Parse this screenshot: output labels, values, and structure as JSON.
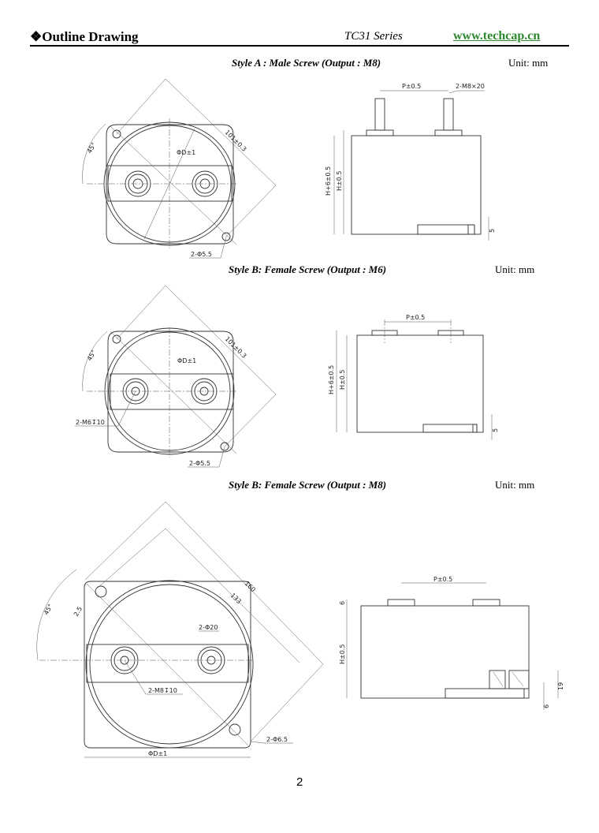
{
  "header": {
    "title": "❖Outline Drawing",
    "series": "TC31 Series",
    "website": "www.techcap.cn",
    "accent_color": "#2f8a2f"
  },
  "sections": [
    {
      "caption": "Style A : Male Screw (Output : M8)",
      "unit": "Unit: mm",
      "labels": {
        "diag": "101±0.3",
        "dia": "ΦD±1",
        "angle": "45°",
        "hole": "2-Φ5.5",
        "pitch": "P±0.5",
        "screw": "2-M8×20",
        "h6": "H+6±0.5",
        "h": "H±0.5",
        "base": "5"
      }
    },
    {
      "caption": "Style B: Female Screw (Output : M6)",
      "unit": "Unit: mm",
      "labels": {
        "diag": "101±0.3",
        "dia": "ΦD±1",
        "angle": "45°",
        "hole": "2-Φ5.5",
        "thread": "2-M6↧10",
        "pitch": "P±0.5",
        "h6": "H+6±0.5",
        "h": "H±0.5",
        "base": "5"
      }
    },
    {
      "caption": "Style B: Female Screw (Output : M8)",
      "unit": "Unit: mm",
      "labels": {
        "diag1": "160",
        "diag2": "133",
        "angle": "45°",
        "offset": "2.5",
        "boss": "2-Φ20",
        "thread": "2-M8↧10",
        "hole": "2-Φ6.5",
        "dia": "ΦD±1",
        "pitch": "P±0.5",
        "top": "6",
        "h": "H±0.5",
        "bracket": "19",
        "base": "6"
      }
    }
  ],
  "footer": {
    "page_number": "2"
  }
}
